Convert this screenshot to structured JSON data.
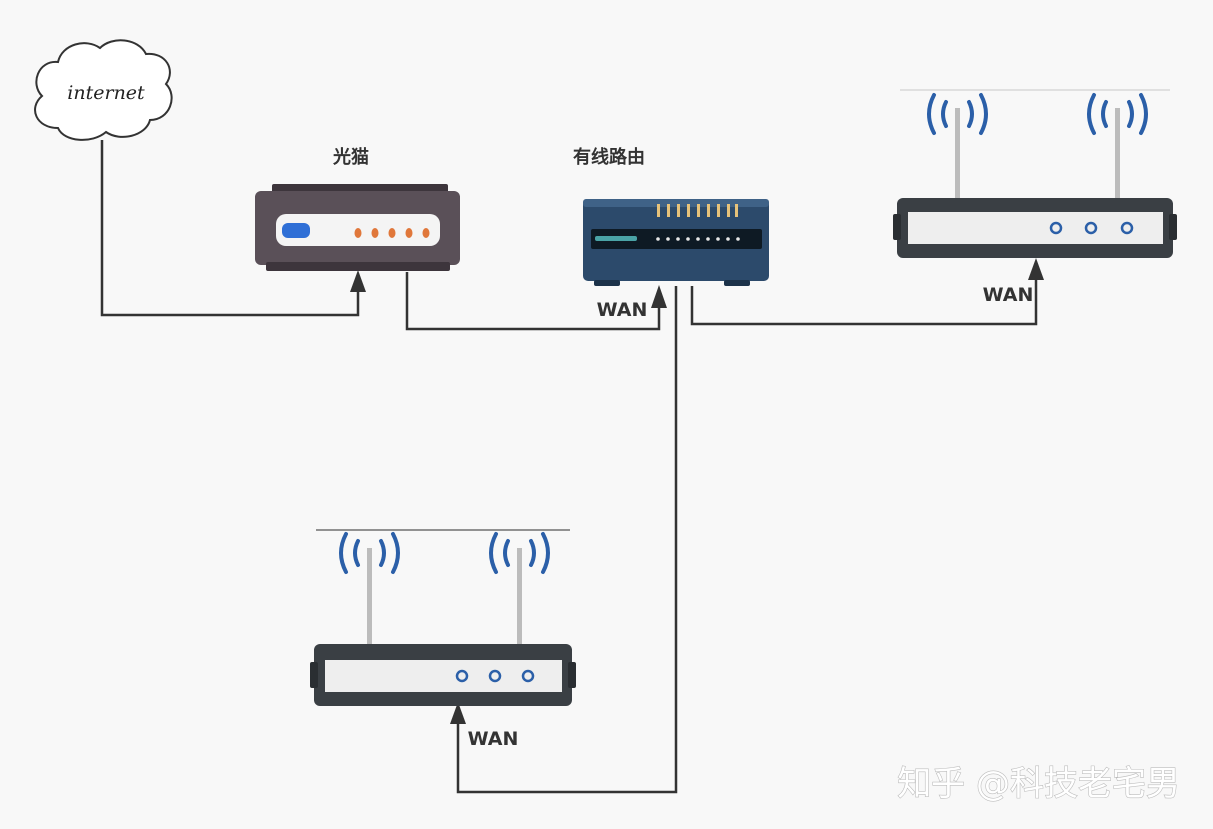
{
  "nodes": {
    "internet": {
      "label": "internet"
    },
    "modem": {
      "label": "光猫"
    },
    "wired_router": {
      "label": "有线路由",
      "port_label": "WAN"
    },
    "wireless_router_top": {
      "port_label": "WAN"
    },
    "wireless_router_bottom": {
      "port_label": "WAN"
    }
  },
  "watermark": {
    "text": "知乎 @科技老宅男"
  },
  "colors": {
    "line": "#333333",
    "modem_body": "#5a5058",
    "router_body": "#2c4a6b",
    "wireless_body": "#3a3f44",
    "signal": "#2b5fa8",
    "modem_led": "#e0773a",
    "modem_button": "#2f6fd6"
  }
}
